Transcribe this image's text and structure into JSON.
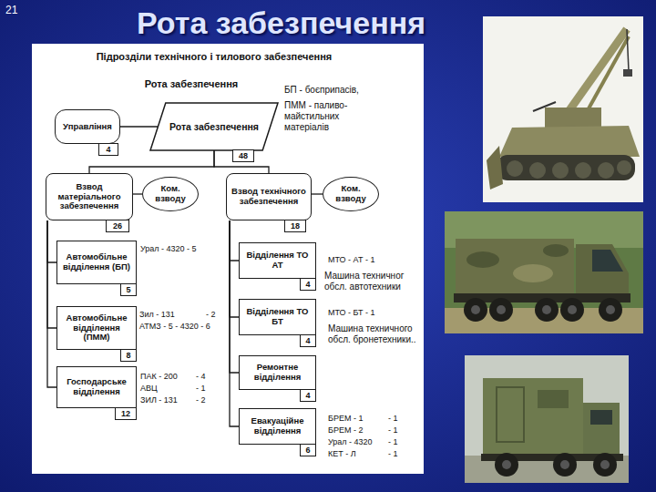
{
  "diagram": {
    "title": "Рота забезпечення",
    "nodes": [
      {
        "text": [
          "Управління"
        ]
      },
      {
        "text": [
          "4"
        ]
      },
      {
        "text": [
          "Рота забезпечення"
        ]
      },
      {
        "text": [
          "48"
        ]
      },
      {
        "text": [
          "Взвод матеріального забезпечення"
        ]
      },
      {
        "text": [
          "26"
        ]
      },
      {
        "text": [
          "Ком. взводу"
        ]
      },
      {
        "text": [
          "Взвод технічного забезпечення"
        ]
      },
      {
        "text": [
          "18"
        ]
      },
      {
        "text": [
          "Ком. взводу"
        ]
      },
      {
        "text": [
          "Автомобільне відділення (БП)"
        ]
      },
      {
        "text": [
          "5"
        ]
      },
      {
        "text": [
          "Автомобільне відділення (ПММ)"
        ]
      },
      {
        "text": [
          "8"
        ]
      },
      {
        "text": [
          "Господарське відділення"
        ]
      },
      {
        "text": [
          "12"
        ]
      },
      {
        "text": [
          "Відділення ТО АТ"
        ]
      },
      {
        "text": [
          "4"
        ]
      },
      {
        "text": [
          "Відділення ТО БТ"
        ]
      },
      {
        "text": [
          "4"
        ]
      },
      {
        "text": [
          "Ремонтне відділення"
        ]
      },
      {
        "text": [
          "4"
        ]
      },
      {
        "text": [
          "Евакуаційне відділення"
        ]
      },
      {
        "text": [
          "6"
        ]
      }
    ],
    "edges": [
      {
        "from": 2,
        "to": 0,
        "arrow": "none"
      },
      {
        "from": 2,
        "to": 4,
        "arrow": "none"
      },
      {
        "from": 2,
        "to": 7,
        "arrow": "none"
      },
      {
        "from": 4,
        "to": 6,
        "arrow": "none"
      },
      {
        "from": 7,
        "to": 9,
        "arrow": "none"
      },
      {
        "from": 4,
        "to": 10,
        "arrow": "none"
      },
      {
        "from": 4,
        "to": 12,
        "arrow": "none"
      },
      {
        "from": 4,
        "to": 14,
        "arrow": "none"
      },
      {
        "from": 7,
        "to": 16,
        "arrow": "none"
      },
      {
        "from": 7,
        "to": 18,
        "arrow": "none"
      },
      {
        "from": 7,
        "to": 20,
        "arrow": "none"
      },
      {
        "from": 7,
        "to": 22,
        "arrow": "none"
      }
    ],
    "labels": [
      "21",
      "Підрозділи технічного і тилового забезпечення",
      "Рота забезпечення",
      "БП - боєприпасів,",
      "ПММ - паливо-майстильних матеріалів",
      "Урал - 4320 - 5",
      "Зил - 131",
      "- 2",
      "АТМЗ - 5 - 4320 - 6",
      "ПАК - 200",
      "- 4",
      "АВЦ",
      "- 1",
      "ЗИЛ - 131",
      "- 2",
      "МТО - АТ - 1",
      "Машина техничног обсл. автотехники",
      "МТО - БТ - 1",
      "Машина техничного обсл. бронетехники..",
      "БРЕМ - 1",
      "- 1",
      "БРЕМ - 2",
      "- 1",
      "Урал - 4320",
      "- 1",
      "КЕТ - Л",
      "- 1"
    ]
  }
}
